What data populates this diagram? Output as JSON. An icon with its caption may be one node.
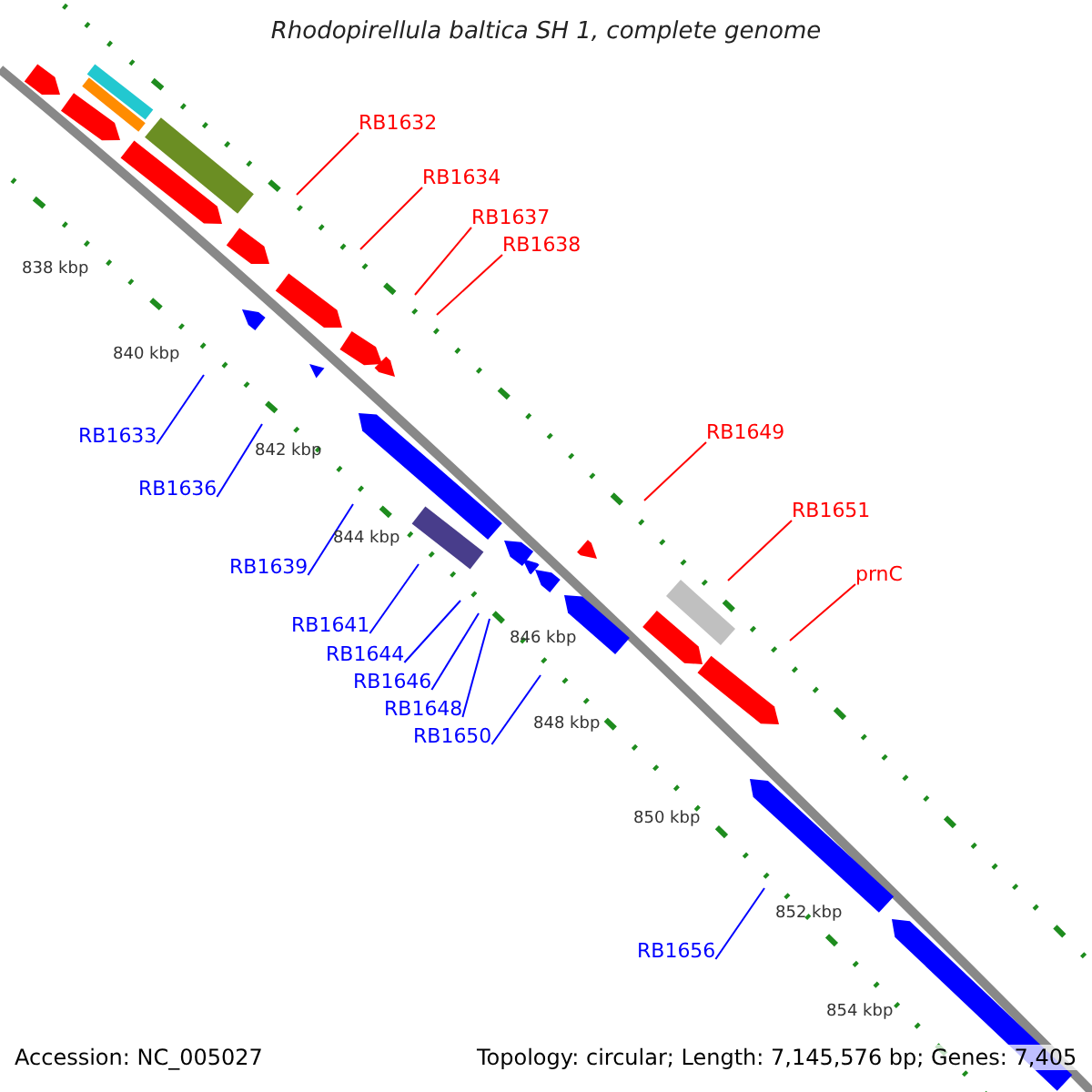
{
  "diagram": {
    "title": "Rhodopirellula baltica SH 1, complete genome",
    "nodes": [
      {
        "text": [
          "RB1632"
        ]
      },
      {
        "text": [
          "RB1634"
        ]
      },
      {
        "text": [
          "RB1637"
        ]
      },
      {
        "text": [
          "RB1638"
        ]
      },
      {
        "text": [
          "RB1633"
        ]
      },
      {
        "text": [
          "RB1636"
        ]
      },
      {
        "text": [
          "RB1639"
        ]
      },
      {
        "text": [
          "RB1649"
        ]
      },
      {
        "text": [
          "RB1651"
        ]
      },
      {
        "text": [
          "prnC"
        ]
      },
      {
        "text": [
          "RB1641"
        ]
      },
      {
        "text": [
          "RB1644"
        ]
      },
      {
        "text": [
          "RB1646"
        ]
      },
      {
        "text": [
          "RB1648"
        ]
      },
      {
        "text": [
          "RB1650"
        ]
      },
      {
        "text": [
          "RB1656"
        ]
      }
    ],
    "edges": [
      {
        "from": 0,
        "to": null,
        "arrow": "none",
        "color": "#ff0000"
      },
      {
        "from": 1,
        "to": null,
        "arrow": "none",
        "color": "#ff0000"
      },
      {
        "from": 2,
        "to": null,
        "arrow": "none",
        "color": "#ff0000"
      },
      {
        "from": 3,
        "to": null,
        "arrow": "none",
        "color": "#ff0000"
      },
      {
        "from": 4,
        "to": null,
        "arrow": "none"
      },
      {
        "from": 5,
        "to": null,
        "arrow": "none"
      },
      {
        "from": 6,
        "to": null,
        "arrow": "none"
      },
      {
        "from": 7,
        "to": null,
        "arrow": "none",
        "color": "#ff0000"
      },
      {
        "from": 8,
        "to": null,
        "arrow": "none",
        "color": "#ff0000"
      },
      {
        "from": 9,
        "to": null,
        "arrow": "none",
        "color": "#ff0000"
      },
      {
        "from": 10,
        "to": null,
        "arrow": "none"
      },
      {
        "from": 11,
        "to": null,
        "arrow": "none"
      },
      {
        "from": 12,
        "to": null,
        "arrow": "none"
      },
      {
        "from": 13,
        "to": null,
        "arrow": "none"
      },
      {
        "from": 14,
        "to": null,
        "arrow": "none"
      },
      {
        "from": 15,
        "to": null,
        "arrow": "none"
      }
    ],
    "labels": [
      "838 kbp",
      "840 kbp",
      "842 kbp",
      "844 kbp",
      "846 kbp",
      "848 kbp",
      "850 kbp",
      "852 kbp",
      "854 kbp",
      "Accession: NC_005027",
      "Topology: circular; Length: 7,145,576 bp; Genes: 7,405"
    ]
  }
}
